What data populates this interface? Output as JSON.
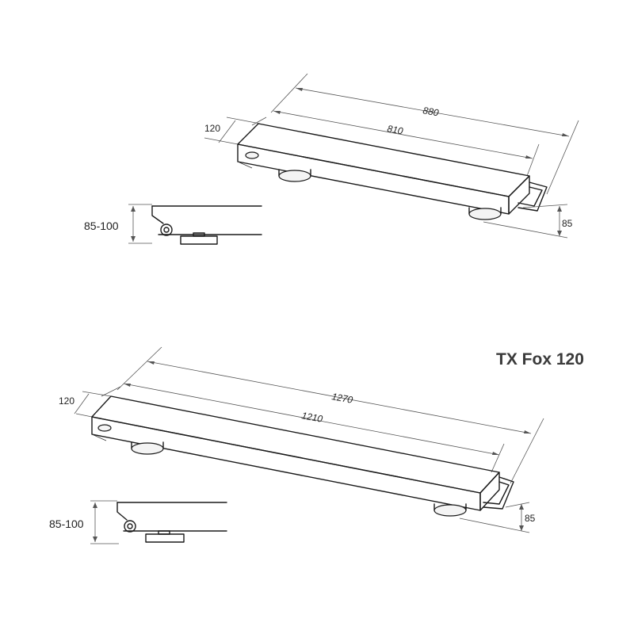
{
  "title": "TX Fox 120",
  "upper_beam": {
    "overall_length": "880",
    "inner_length": "810",
    "width": "120",
    "height": "85",
    "side_height": "85-100"
  },
  "lower_beam": {
    "overall_length": "1270",
    "inner_length": "1210",
    "width": "120",
    "height": "85",
    "side_height": "85-100"
  },
  "colors": {
    "line": "#1a1a1a",
    "dimension": "#555555",
    "title": "#3a3a3a"
  }
}
